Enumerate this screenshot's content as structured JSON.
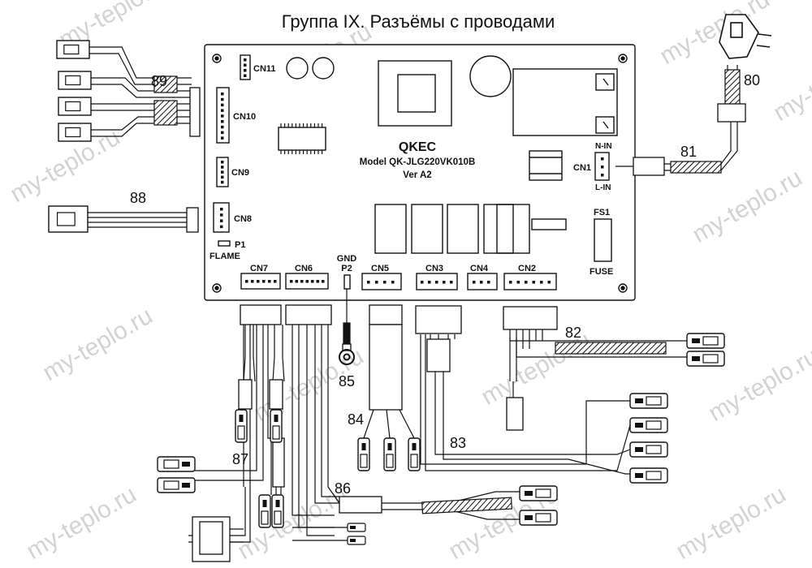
{
  "title": "Группа IX. Разъёмы с проводами",
  "watermark": "my-teplo.ru",
  "board": {
    "brand": "QKEC",
    "model": "Model QK-JLG220VK010B",
    "version": "Ver A2"
  },
  "board_labels": {
    "cn11": "CN11",
    "cn10": "CN10",
    "cn9": "CN9",
    "cn8": "CN8",
    "p1": "P1",
    "flame": "FLAME",
    "cn7": "CN7",
    "cn6": "CN6",
    "gnd": "GND",
    "p2": "P2",
    "cn5": "CN5",
    "cn3": "CN3",
    "cn4": "CN4",
    "cn2": "CN2",
    "cn1": "CN1",
    "n_in": "N-IN",
    "l_in": "L-IN",
    "fs1": "FS1",
    "fuse": "FUSE"
  },
  "part_numbers": {
    "p80": "80",
    "p81": "81",
    "p82": "82",
    "p83": "83",
    "p84": "84",
    "p85": "85",
    "p86": "86",
    "p87": "87",
    "p88": "88",
    "p89": "89"
  },
  "colors": {
    "line": "#111111",
    "watermark": "#d2d2d2",
    "paper": "#ffffff"
  }
}
